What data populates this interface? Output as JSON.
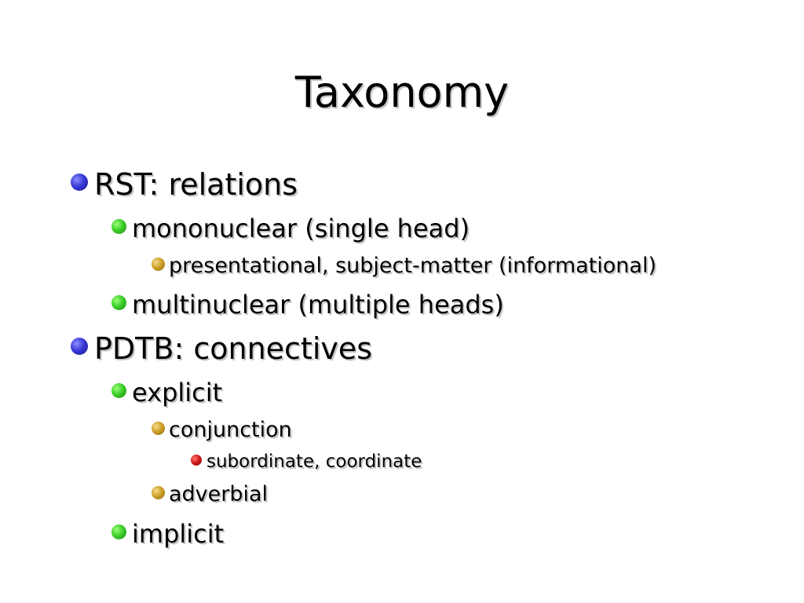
{
  "slide": {
    "title": "Taxonomy",
    "items": [
      {
        "level": 1,
        "text": "RST: relations",
        "bullet": "blue-dot-icon"
      },
      {
        "level": 2,
        "text": "mononuclear (single head)",
        "bullet": "green-dot-icon"
      },
      {
        "level": 3,
        "text": "presentational, subject-matter (informational)",
        "bullet": "gold-dot-icon"
      },
      {
        "level": 2,
        "text": "multinuclear (multiple heads)",
        "bullet": "green-dot-icon"
      },
      {
        "level": 1,
        "text": "PDTB: connectives",
        "bullet": "blue-dot-icon"
      },
      {
        "level": 2,
        "text": "explicit",
        "bullet": "green-dot-icon"
      },
      {
        "level": 3,
        "text": "conjunction",
        "bullet": "gold-dot-icon"
      },
      {
        "level": 4,
        "text": "subordinate, coordinate",
        "bullet": "red-dot-icon"
      },
      {
        "level": 3,
        "text": "adverbial",
        "bullet": "gold-dot-icon"
      },
      {
        "level": 2,
        "text": "implicit",
        "bullet": "green-dot-icon"
      }
    ]
  },
  "colors": {
    "level1_bullet": "#3a3ad8",
    "level2_bullet": "#3dcf2a",
    "level3_bullet": "#cfa12a",
    "level4_bullet": "#d41a1a"
  }
}
